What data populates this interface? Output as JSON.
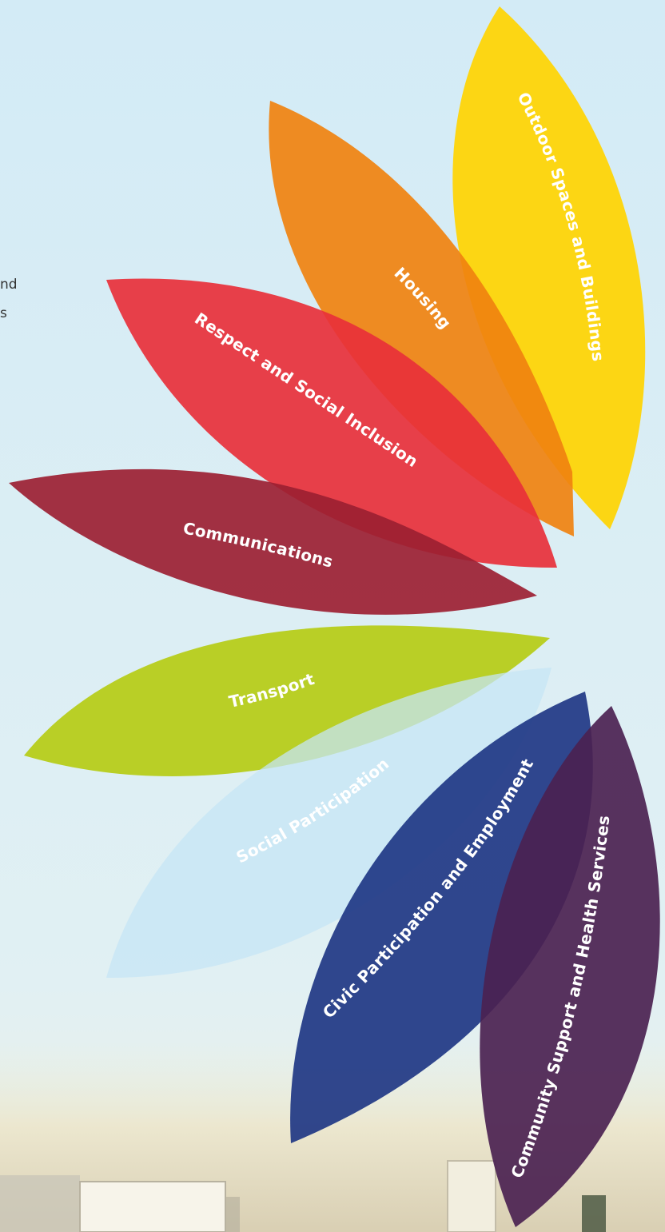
{
  "page": {
    "background_top": "#d3ebf6",
    "background_bottom": "#eaf3ee"
  },
  "intro_fragments": [
    "nd",
    "s"
  ],
  "petals": [
    {
      "id": "outdoor",
      "label": "Outdoor Spaces and Buildings",
      "color": "#ffd400"
    },
    {
      "id": "housing",
      "label": "Housing",
      "color": "#f0820f"
    },
    {
      "id": "respect",
      "label": "Respect and Social Inclusion",
      "color": "#e8303a"
    },
    {
      "id": "comms",
      "label": "Communications",
      "color": "#9c1f32"
    },
    {
      "id": "transport",
      "label": "Transport",
      "color": "#b5cc14"
    },
    {
      "id": "social",
      "label": "Social Participation",
      "color": "#c6e5f5"
    },
    {
      "id": "civic",
      "label": "Civic Participation and Employment",
      "color": "#203784"
    },
    {
      "id": "community",
      "label": "Community Support and Health Services",
      "color": "#4b2251"
    }
  ]
}
